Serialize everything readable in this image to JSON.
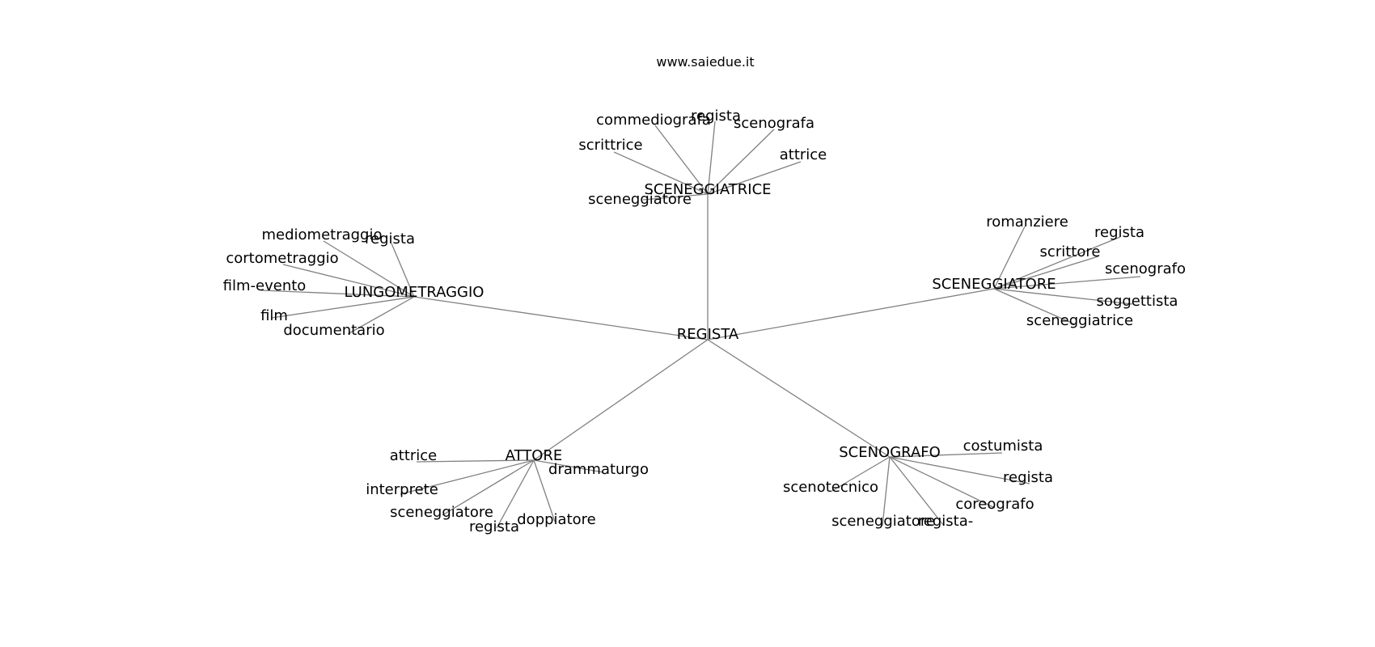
{
  "watermark": "www.saiedue.it",
  "graph": {
    "center": "REGISTA",
    "clusters": [
      {
        "hub": "SCENEGGIATRICE",
        "leaves": [
          "commediografa",
          "regista",
          "scenografa",
          "scrittrice",
          "attrice",
          "sceneggiatore"
        ]
      },
      {
        "hub": "LUNGOMETRAGGIO",
        "leaves": [
          "mediometraggio",
          "regista",
          "cortometraggio",
          "film-evento",
          "film",
          "documentario"
        ]
      },
      {
        "hub": "SCENEGGIATORE",
        "leaves": [
          "romanziere",
          "regista",
          "scrittore",
          "scenografo",
          "soggettista",
          "sceneggiatrice"
        ]
      },
      {
        "hub": "ATTORE",
        "leaves": [
          "attrice",
          "drammaturgo",
          "interprete",
          "sceneggiatore",
          "doppiatore",
          "regista"
        ]
      },
      {
        "hub": "SCENOGRAFO",
        "leaves": [
          "costumista",
          "regista",
          "scenotecnico",
          "coreografo",
          "sceneggiatore",
          "regista-"
        ]
      }
    ]
  }
}
